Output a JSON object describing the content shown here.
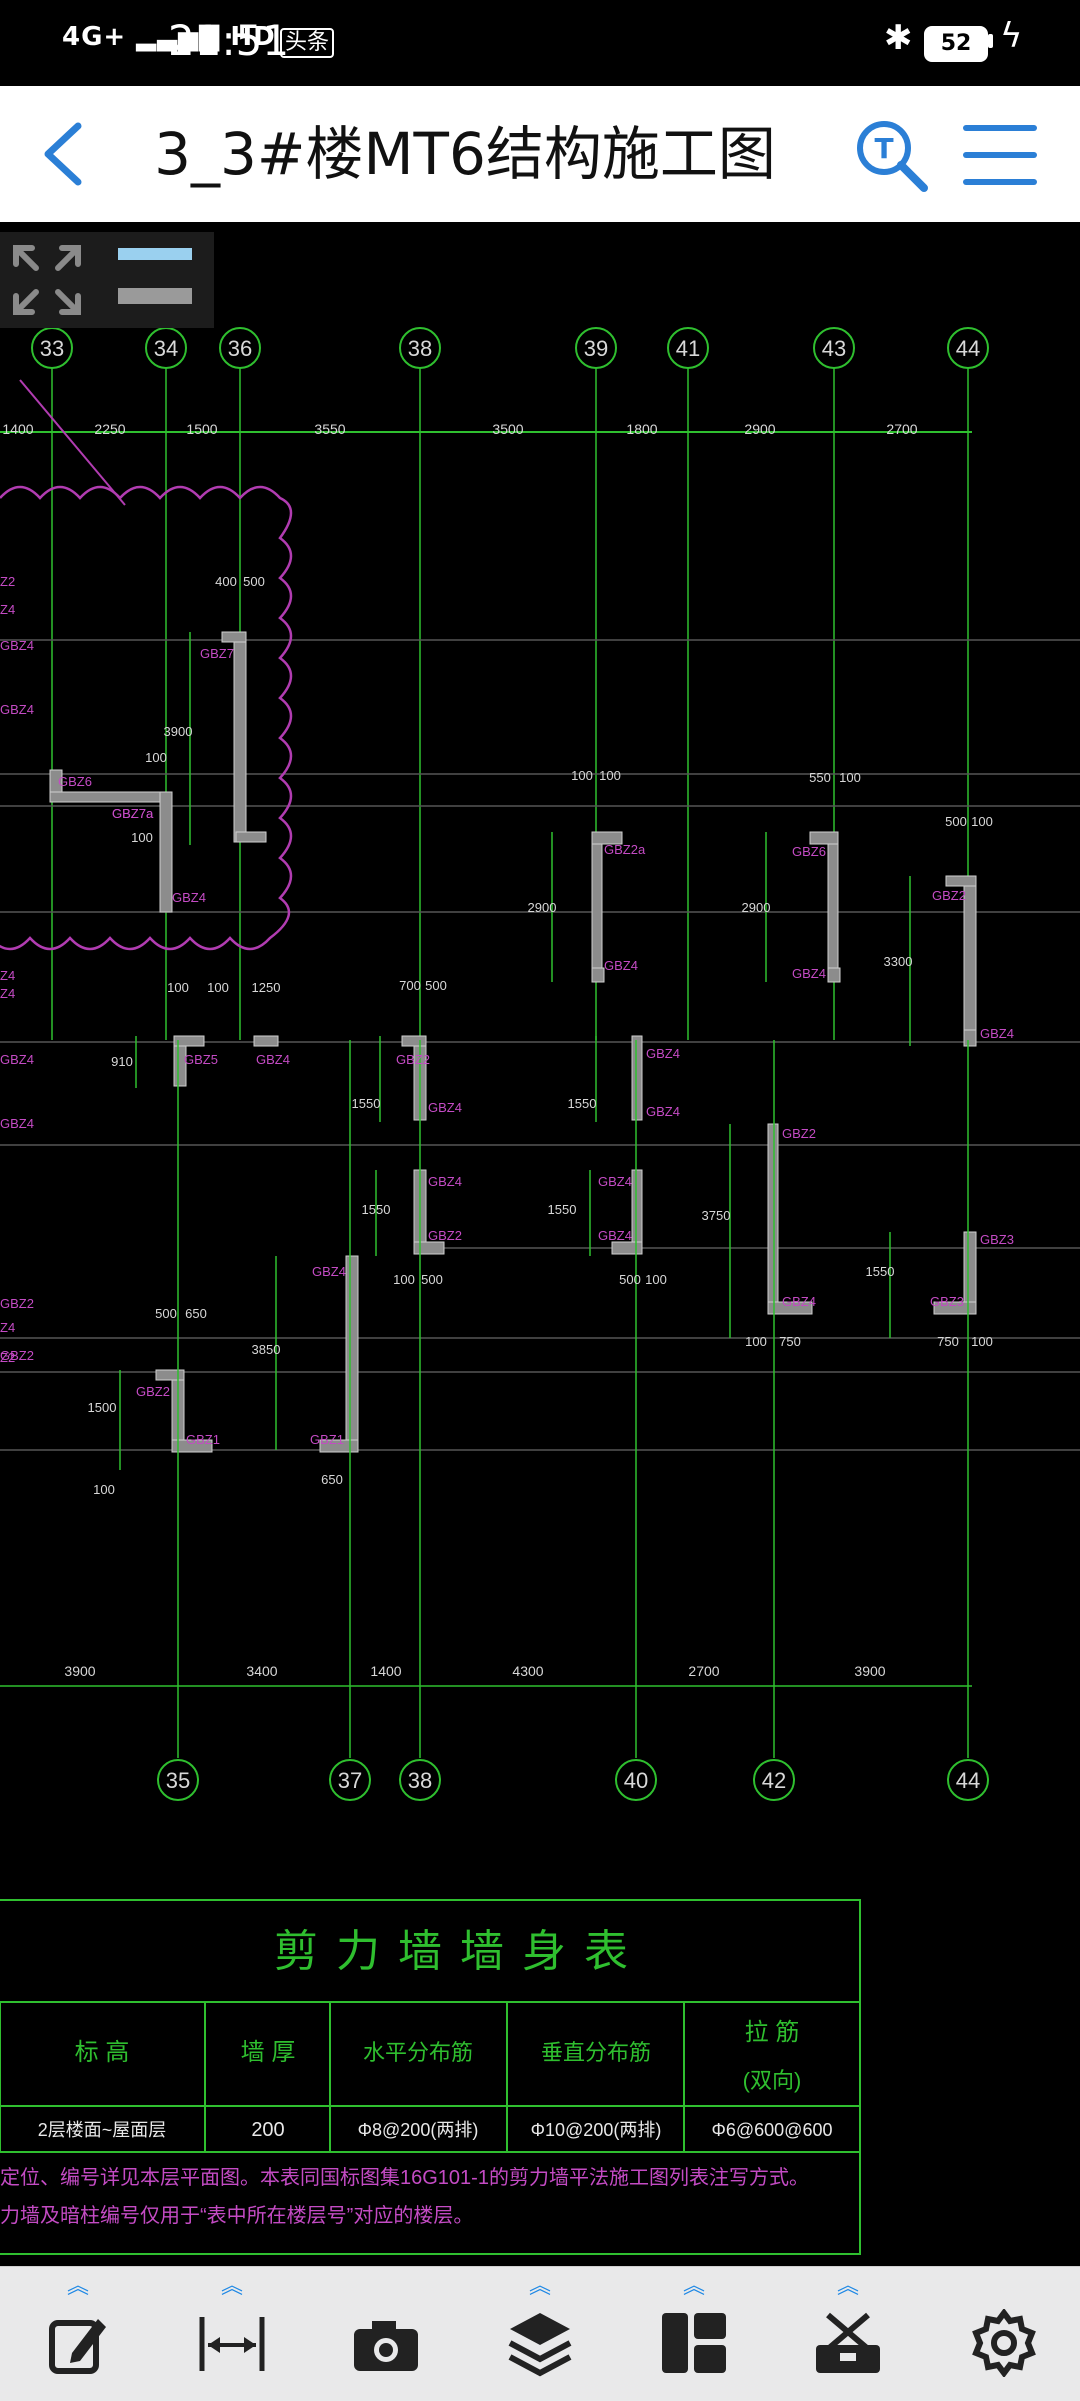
{
  "status_bar": {
    "network": "4G+",
    "hd": "HD",
    "time": "21:51",
    "news_badge": "头条",
    "battery": "52"
  },
  "title_bar": {
    "title": "3_3#楼MT6结构施工图",
    "back_icon": "chevron-left-icon",
    "search_icon": "text-search-icon",
    "menu_icon": "hamburger-menu-icon"
  },
  "drawing": {
    "top_axes": [
      "33",
      "34",
      "36",
      "38",
      "39",
      "41",
      "43",
      "44"
    ],
    "top_dims": [
      "1400",
      "2250",
      "1500",
      "3550",
      "3500",
      "1800",
      "2900",
      "2700"
    ],
    "bottom_axes": [
      "35",
      "37",
      "38",
      "40",
      "42",
      "44"
    ],
    "bottom_dims": [
      "3900",
      "3400",
      "1400",
      "4300",
      "2700",
      "3900"
    ],
    "labels": [
      {
        "text": "GBZ7"
      },
      {
        "text": "GBZ7a"
      },
      {
        "text": "GBZ6"
      },
      {
        "text": "GBZ7a"
      },
      {
        "text": "GBZ4"
      },
      {
        "text": "GBZ2a"
      },
      {
        "text": "GBZ4"
      },
      {
        "text": "GBZ6"
      },
      {
        "text": "GBZ4"
      },
      {
        "text": "GBZ2"
      },
      {
        "text": "GBZ4"
      },
      {
        "text": "GBZ5"
      },
      {
        "text": "GBZ4"
      },
      {
        "text": "GBZ2"
      },
      {
        "text": "GBZ4"
      },
      {
        "text": "GBZ4"
      },
      {
        "text": "GBZ4"
      },
      {
        "text": "GBZ4"
      },
      {
        "text": "GBZ4"
      },
      {
        "text": "GBZ2"
      },
      {
        "text": "GBZ4"
      },
      {
        "text": "GBZ2"
      },
      {
        "text": "GBZ4"
      },
      {
        "text": "GBZ3"
      },
      {
        "text": "GBZ3"
      },
      {
        "text": "GBZ4"
      },
      {
        "text": "GBZ2"
      },
      {
        "text": "GBZ1"
      },
      {
        "text": "GBZ1"
      },
      {
        "text": "GBZ4"
      },
      {
        "text": "GBZ2"
      },
      {
        "text": "GBZ4"
      },
      {
        "text": "GBZ4"
      },
      {
        "text": "GBZ4"
      },
      {
        "text": "GBZ2"
      },
      {
        "text": "Z2"
      },
      {
        "text": "Z4"
      },
      {
        "text": "Z4"
      },
      {
        "text": "Z4"
      },
      {
        "text": "Z4"
      },
      {
        "text": "Z2"
      }
    ],
    "dims": [
      "400",
      "500",
      "100",
      "3900",
      "100",
      "100",
      "100",
      "1250",
      "700",
      "500",
      "100",
      "100",
      "550",
      "100",
      "500",
      "100",
      "2900",
      "2900",
      "3300",
      "910",
      "1550",
      "1550",
      "1550",
      "1550",
      "3750",
      "1550",
      "3850",
      "1500",
      "650",
      "500",
      "650",
      "100",
      "750",
      "100",
      "750",
      "100",
      "500",
      "100",
      "500",
      "100"
    ]
  },
  "table": {
    "title": "剪力墙墙身表",
    "headers": [
      "标 高",
      "墙 厚",
      "水平分布筋",
      "垂直分布筋",
      "拉 筋",
      "(双向)"
    ],
    "row": [
      "2层楼面~屋面层",
      "200",
      "Φ8@200(两排)",
      "Φ10@200(两排)",
      "Φ6@600@600"
    ],
    "notes": [
      "定位、编号详见本层平面图。本表同国标图集16G101-1的剪力墙平法施工图列表注写方式。",
      "力墙及暗柱编号仅用于“表中所在楼层号”对应的楼层。"
    ]
  },
  "toolbar": {
    "items": [
      "edit-icon",
      "measure-icon",
      "camera-icon",
      "layers-icon",
      "layout-icon",
      "toolbox-icon",
      "settings-icon"
    ]
  }
}
